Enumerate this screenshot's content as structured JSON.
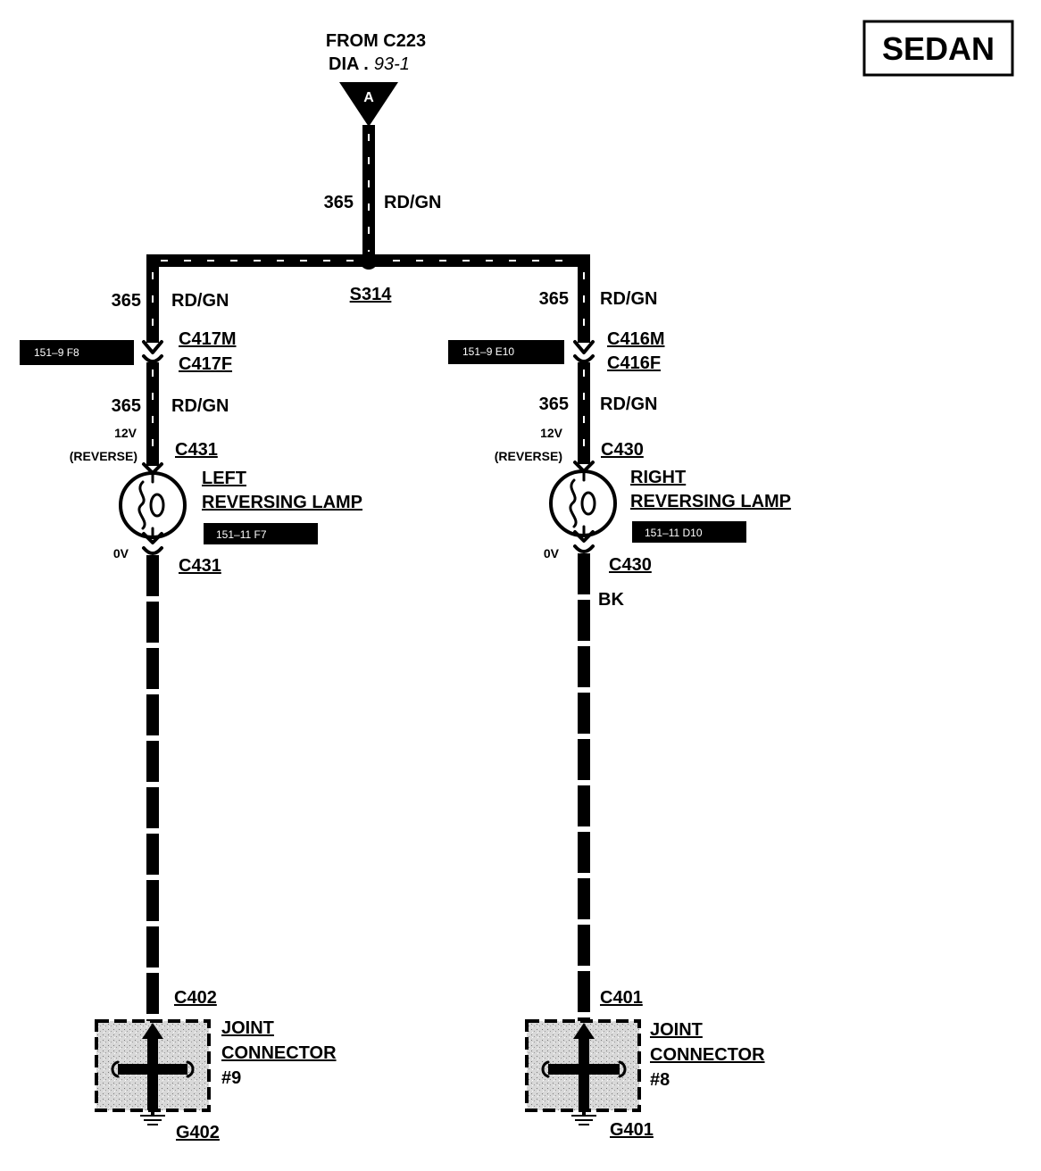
{
  "badge": {
    "label": "SEDAN"
  },
  "source": {
    "from": "FROM C223",
    "dia_prefix": "DIA .",
    "dia_ref": "93-1",
    "terminal": "A"
  },
  "trunk": {
    "circuit": "365",
    "color": "RD/GN"
  },
  "splice": {
    "label": "S314"
  },
  "colors": {
    "wire": "#000000",
    "stripe": "#ffffff",
    "joint_fill": "#d8d8d8"
  },
  "left": {
    "upper": {
      "circuit": "365",
      "color": "RD/GN"
    },
    "inline_connector": {
      "male": "C417M",
      "female": "C417F",
      "ref": "151–9 F8"
    },
    "lower": {
      "circuit": "365",
      "color": "RD/GN"
    },
    "voltage_on": "12V",
    "voltage_condition": "(REVERSE)",
    "lamp": {
      "connector_top": "C431",
      "name_line1": "LEFT",
      "name_line2": "REVERSING LAMP",
      "ref": "151–11 F7",
      "connector_bottom": "C431"
    },
    "voltage_off": "0V",
    "joint": {
      "connector": "C402",
      "name_line1": "JOINT",
      "name_line2": "CONNECTOR",
      "number": "#9",
      "ground": "G402"
    }
  },
  "right": {
    "upper": {
      "circuit": "365",
      "color": "RD/GN"
    },
    "inline_connector": {
      "male": "C416M",
      "female": "C416F",
      "ref": "151–9 E10"
    },
    "lower": {
      "circuit": "365",
      "color": "RD/GN"
    },
    "voltage_on": "12V",
    "voltage_condition": "(REVERSE)",
    "lamp": {
      "connector_top": "C430",
      "name_line1": "RIGHT",
      "name_line2": "REVERSING LAMP",
      "ref": "151–11 D10",
      "connector_bottom": "C430"
    },
    "voltage_off": "0V",
    "ground_wire_color": "BK",
    "joint": {
      "connector": "C401",
      "name_line1": "JOINT",
      "name_line2": "CONNECTOR",
      "number": "#8",
      "ground": "G401"
    }
  }
}
